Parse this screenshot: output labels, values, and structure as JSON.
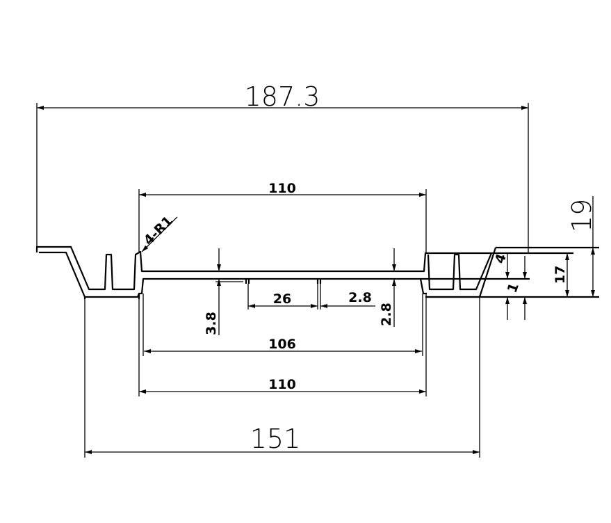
{
  "drawing": {
    "dimensions": {
      "overall_top_width": "187.3",
      "top_inner_width": "110",
      "fillet_note": "4-R1",
      "groove_spacing": "26",
      "groove_width": "2.8",
      "groove_depth": "2.8",
      "plate_offset": "3.8",
      "inner_width": "106",
      "bottom_inner_width": "110",
      "bottom_width": "151",
      "total_height": "19",
      "body_height": "17",
      "flange_offset": "4",
      "flange_thickness": "1"
    }
  }
}
